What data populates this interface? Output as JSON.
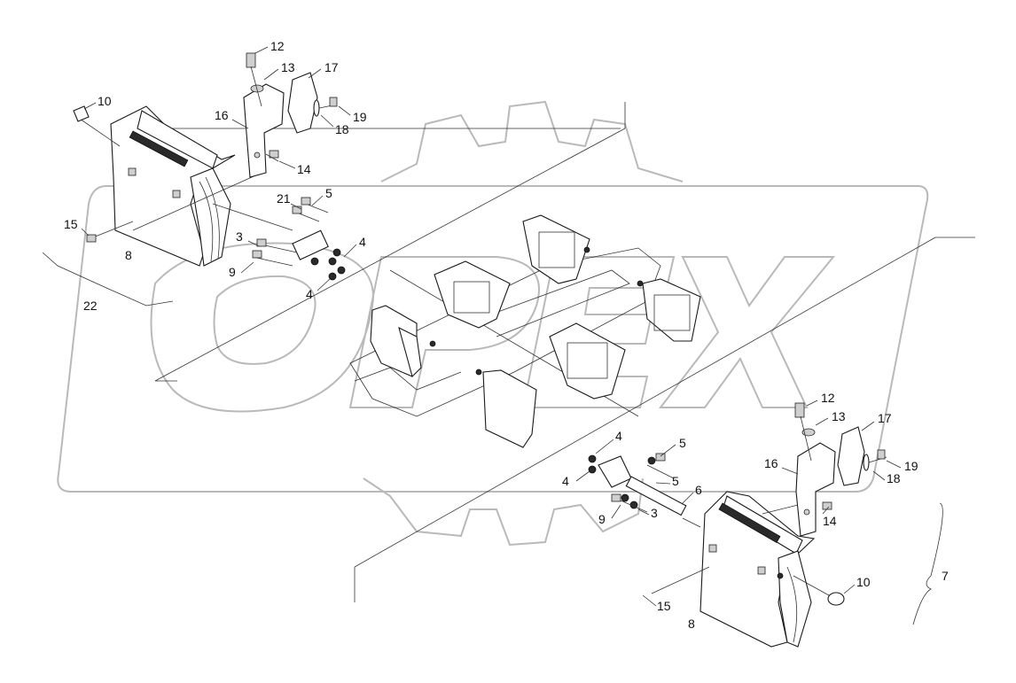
{
  "watermark": {
    "text": "OPEX"
  },
  "labels": {
    "top_left": [
      "12",
      "13",
      "17",
      "10",
      "16",
      "19",
      "18",
      "14",
      "21",
      "5",
      "15",
      "3",
      "4",
      "9",
      "8",
      "4",
      "22"
    ],
    "bottom_right": [
      "12",
      "13",
      "17",
      "16",
      "19",
      "18",
      "4",
      "5",
      "4",
      "5",
      "6",
      "9",
      "3",
      "14",
      "10",
      "7",
      "15",
      "8"
    ]
  },
  "colors": {
    "line": "#1a1a1a",
    "watermark": "#b9b9b9"
  }
}
